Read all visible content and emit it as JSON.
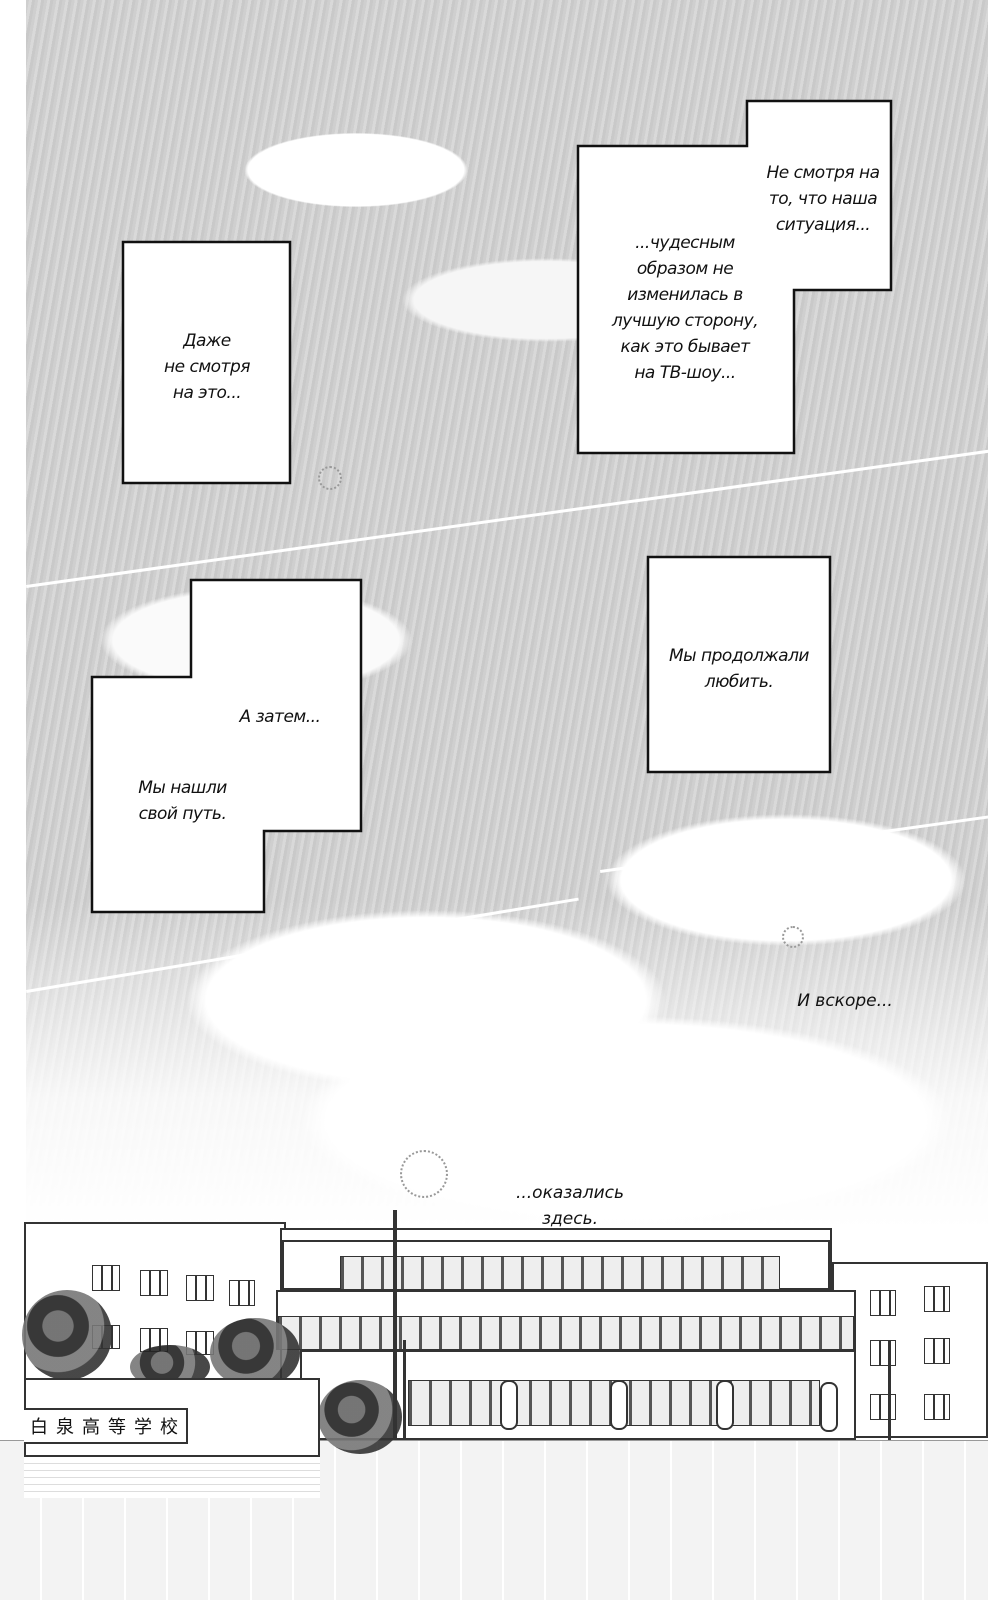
{
  "captions": {
    "box1": "Даже\nне смотря\nна это...",
    "box2_top": "Не смотря на\nто, что наша\nситуация...",
    "box2_bottom": "...чудесным\nобразом не\nизменилась в\nлучшую сторону,\nкак это бывает\nна ТВ-шоу...",
    "box3_top": "А затем...",
    "box3_bottom": "Мы нашли\nсвой путь.",
    "box4": "Мы продолжали\nлюбить."
  },
  "free_text": {
    "soon": "И вскоре...",
    "here": "...оказались\nздесь."
  },
  "school": {
    "nameplate": "白泉高等学校"
  }
}
